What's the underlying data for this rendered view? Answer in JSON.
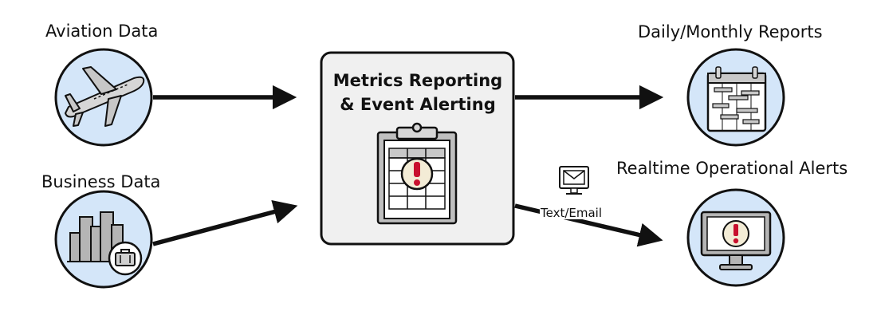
{
  "sources": {
    "aviation_label": "Aviation Data",
    "business_label": "Business Data"
  },
  "hub": {
    "title_line1": "Metrics Reporting",
    "title_line2": "& Event Alerting"
  },
  "outputs": {
    "reports_label": "Daily/Monthly Reports",
    "alerts_label": "Realtime Operational Alerts"
  },
  "channel": {
    "label": "Text/Email"
  },
  "colors": {
    "circle_fill": "#d4e6f9",
    "hub_fill": "#f0f0f0",
    "stroke": "#111111",
    "alert_red": "#c8102e",
    "icon_gray": "#b8b8b8",
    "badge_fill": "#f3ecd6"
  },
  "icons": [
    "airplane-icon",
    "city-buildings-icon",
    "briefcase-icon",
    "clipboard-icon",
    "calendar-icon",
    "monitor-alert-icon",
    "email-terminal-icon"
  ]
}
